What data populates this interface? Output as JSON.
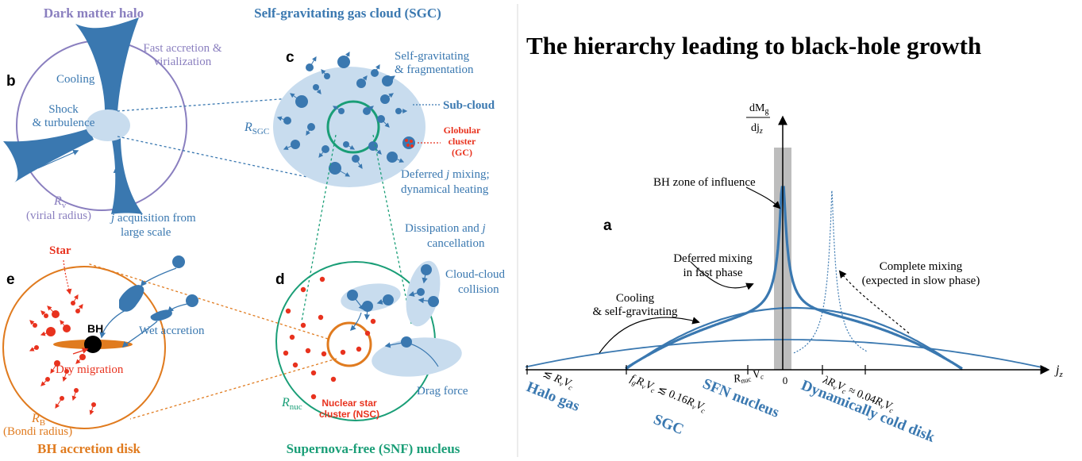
{
  "colors": {
    "blue": "#3a78b0",
    "light_blue": "#c8dcee",
    "purple": "#8a7fbf",
    "green": "#1a9e77",
    "orange": "#e07b1f",
    "red": "#e8321e",
    "grey_band": "#bdbdbd"
  },
  "panel_letters": {
    "a": "a",
    "b": "b",
    "c": "c",
    "d": "d",
    "e": "e"
  },
  "halo": {
    "title": "Dark matter halo",
    "accretion_line1": "Fast accretion &",
    "accretion_line2": "virialization",
    "cooling": "Cooling",
    "shock_line1": "Shock",
    "shock_line2": "& turbulence",
    "rv_main": "R",
    "rv_sub": "v",
    "rv_desc": "(virial radius)",
    "jacq_italic": "j",
    "jacq_line1_rest": " acquisition from",
    "jacq_line2": "large scale"
  },
  "sgc": {
    "title": "Self-gravitating gas cloud (SGC)",
    "fragment_line1": "Self-gravitating",
    "fragment_line2": "& fragmentation",
    "subcloud": "Sub-cloud",
    "rsgc_main": "R",
    "rsgc_sub": "SGC",
    "gc_line1": "Globular",
    "gc_line2": "cluster",
    "gc_line3": "(GC)",
    "deferred_line1_a": "Deferred ",
    "deferred_line1_j": "j",
    "deferred_line1_b": " mixing;",
    "deferred_line2": "dynamical heating"
  },
  "nucleus": {
    "title": "Supernova-free (SNF) nucleus",
    "dissipation_line1": "Dissipation and ",
    "dissipation_j": "j",
    "dissipation_line2": "cancellation",
    "collision_line1": "Cloud-cloud",
    "collision_line2": "collision",
    "drag": "Drag force",
    "rnuc_main": "R",
    "rnuc_sub": "nuc",
    "nsc_line1": "Nuclear star",
    "nsc_line2": "cluster (NSC)"
  },
  "bh": {
    "title": "BH accretion disk",
    "star": "Star",
    "bh": "BH",
    "wet": "Wet accretion",
    "dry": "Dry migration",
    "rb_main": "R",
    "rb_sub": "B",
    "rb_desc": "(Bondi radius)"
  },
  "chart_data": {
    "type": "line",
    "title": "The hierarchy leading to black-hole growth",
    "ylabel_top": "dM",
    "ylabel_top_sub": "g",
    "ylabel_bottom": "dj",
    "ylabel_bottom_sub": "z",
    "xlabel": "j",
    "xlabel_sub": "z",
    "zero_label": "0",
    "annotations": {
      "bh_zone": "BH zone of influence",
      "deferred_line1": "Deferred mixing",
      "deferred_line2": "in fast phase",
      "cooling_line1": "Cooling",
      "cooling_line2": "& self-gravitating",
      "complete_line1": "Complete mixing",
      "complete_line2": "(expected in slow phase)"
    },
    "scale_labels": {
      "halo_gas": "Halo gas",
      "halo_scale": "≲ R_v V_c",
      "sgc": "SGC",
      "sgc_scale": "f_g R_v V_c ≲ 0.16 R_v V_c",
      "sfn": "SFN nucleus",
      "sfn_scale": "R_nuc V_c",
      "disk": "Dynamically cold disk",
      "disk_scale": "λ R_v V_c ≈ 0.04 R_v V_c"
    },
    "scale_tick_labels": {
      "halo_le": "≲",
      "halo_R": "R",
      "halo_v": "v",
      "halo_V": "V",
      "halo_c": "c",
      "sgc_f": "f",
      "sgc_g": "g",
      "sgc_R": "R",
      "sgc_v": "v",
      "sgc_V": "V",
      "sgc_c": "c",
      "sgc_rest": " ≲ 0.16",
      "sgc_R2": "R",
      "sgc_v2": "v",
      "sgc_V2": "V",
      "sgc_c2": "c",
      "nuc_R": "R",
      "nuc_sub": "nuc",
      "nuc_V": "V",
      "nuc_c": "c",
      "disk_lambda": "λ",
      "disk_R": "R",
      "disk_v": "v",
      "disk_V": "V",
      "disk_c": "c",
      "disk_rest": " ≈ 0.04",
      "disk_R2": "R",
      "disk_v2": "v",
      "disk_V2": "V",
      "disk_c2": "c"
    }
  }
}
